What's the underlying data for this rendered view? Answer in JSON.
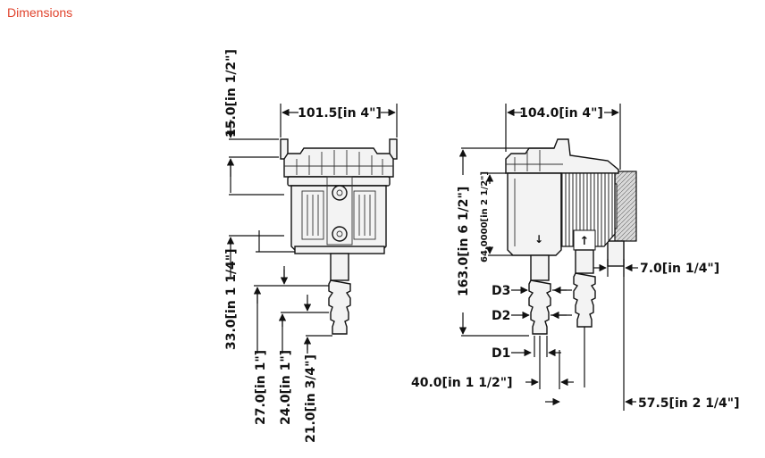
{
  "section": {
    "title": "Dimensions"
  },
  "front_view": {
    "width_label": "101.5[in 4\"]",
    "cap_height_label": "15.0[in  1/2\"]",
    "hose_height_label": "33.0[in 1 1/4\"]",
    "d_label_27": "27.0[in 1\"]",
    "d_label_24": "24.0[in 1\"]",
    "d_label_21": "21.0[in  3/4\"]"
  },
  "side_view": {
    "width_label": "104.0[in 4\"]",
    "total_height_label": "163.0[in 6 1/2\"]",
    "bowl_height_label": "64.0000[in 2 1/2\"]",
    "d3": "D3",
    "d2": "D2",
    "d1": "D1",
    "bracket_label": "7.0[in  1/4\"]",
    "inlet_offset_label": "40.0[in 1 1/2\"]",
    "outlet_offset_label": "57.5[in 2 1/4\"]",
    "flow_down_arrow": "↓",
    "flow_up_arrow": "↑"
  }
}
